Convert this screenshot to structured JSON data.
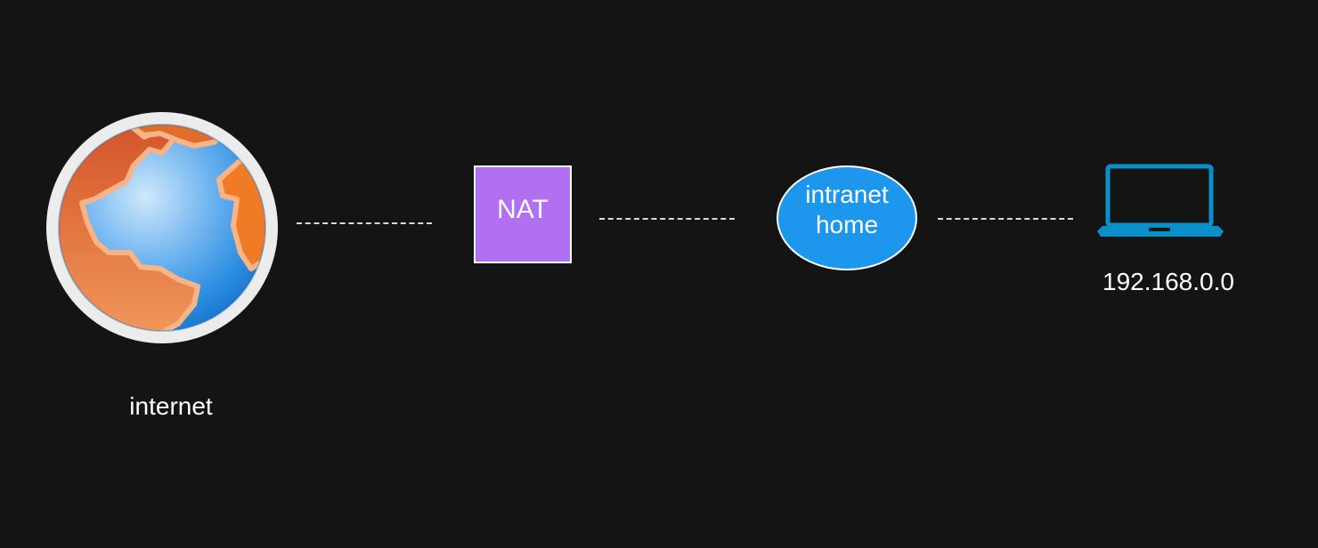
{
  "diagram": {
    "background": "#141414",
    "nodes": {
      "internet": {
        "label": "internet",
        "icon": "globe-icon"
      },
      "nat": {
        "label": "NAT",
        "fill": "#b16ff2"
      },
      "intranet": {
        "label_line1": "intranet",
        "label_line2": "home",
        "fill": "#1d97ed"
      },
      "laptop": {
        "label": "192.168.0.0",
        "icon": "laptop-icon",
        "color": "#0b8fc9"
      }
    },
    "connectors": [
      {
        "from": "internet",
        "to": "NAT",
        "style": "dashed"
      },
      {
        "from": "NAT",
        "to": "intranet",
        "style": "dashed"
      },
      {
        "from": "intranet",
        "to": "laptop",
        "style": "dashed"
      }
    ]
  }
}
